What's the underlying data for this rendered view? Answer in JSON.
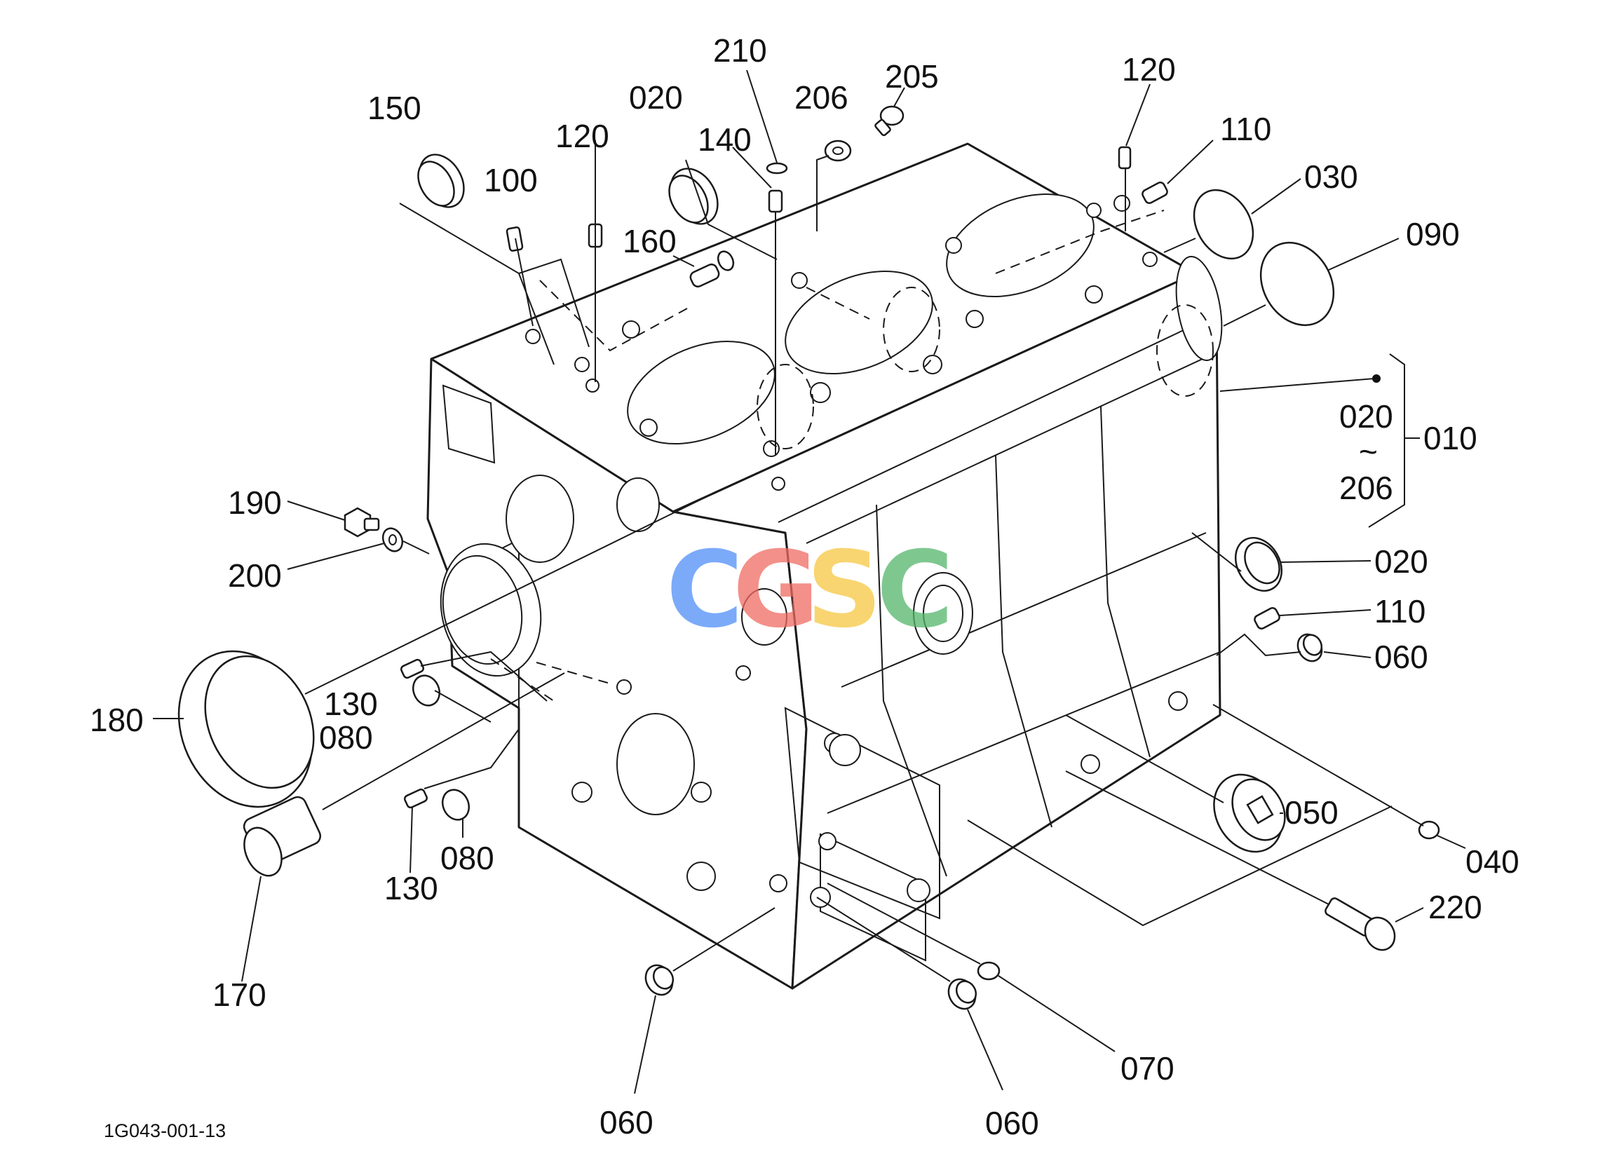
{
  "drawing_code": "1G043-001-13",
  "watermark": {
    "letters": [
      {
        "char": "C",
        "color": "#4f8ef7"
      },
      {
        "char": "G",
        "color": "#ef6b62"
      },
      {
        "char": "S",
        "color": "#f6c842"
      },
      {
        "char": "C",
        "color": "#53b66b"
      }
    ]
  },
  "callouts": {
    "p010": "010",
    "p020_top": "020",
    "p020_range": "020",
    "p020_right": "020",
    "p030": "030",
    "p040": "040",
    "p050": "050",
    "p060_right": "060",
    "p060_bottom_left": "060",
    "p060_bottom_mid": "060",
    "p070": "070",
    "p080_upper": "080",
    "p080_lower": "080",
    "p090": "090",
    "p100": "100",
    "p110_top": "110",
    "p110_right": "110",
    "p120_left": "120",
    "p120_right": "120",
    "p130_upper": "130",
    "p130_lower": "130",
    "p140": "140",
    "p150": "150",
    "p160": "160",
    "p170": "170",
    "p180": "180",
    "p190": "190",
    "p200": "200",
    "p205": "205",
    "p206": "206",
    "p206_range": "206",
    "p210": "210",
    "p220": "220",
    "range_tilde": "~"
  }
}
